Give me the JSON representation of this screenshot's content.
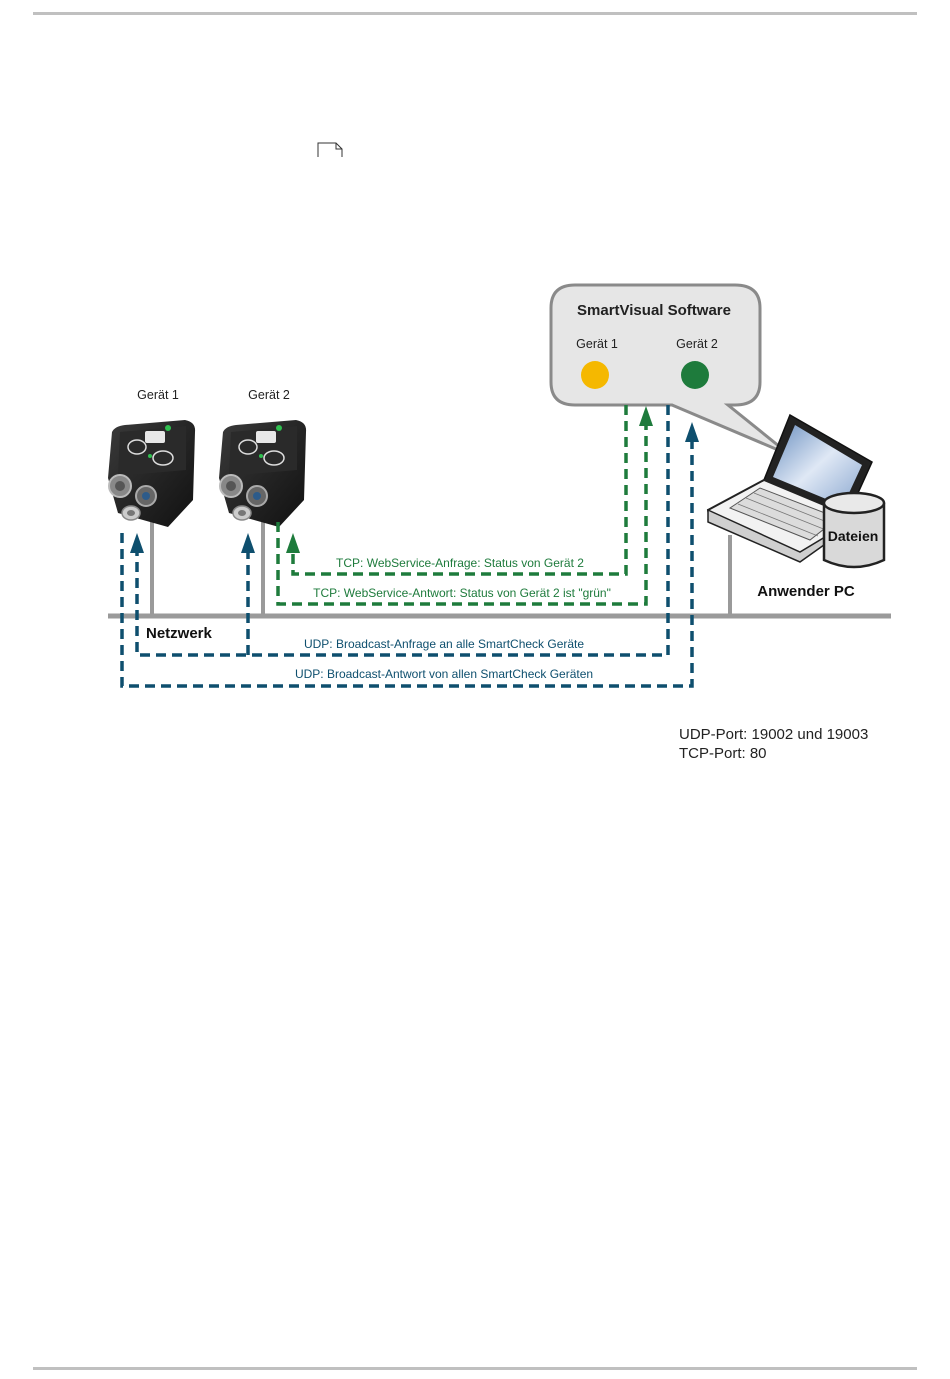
{
  "software": {
    "title": "SmartVisual Software",
    "device1_label": "Gerät 1",
    "device2_label": "Gerät 2",
    "device1_status_color": "#f5b800",
    "device2_status_color": "#1e7b3c"
  },
  "devices": {
    "device1_label": "Gerät 1",
    "device2_label": "Gerät 2"
  },
  "network_label": "Netzwerk",
  "pc": {
    "label": "Anwender PC",
    "files_label": "Dateien"
  },
  "messages": {
    "tcp_request": "TCP: WebService-Anfrage:  Status von  Gerät  2",
    "tcp_response": "TCP: WebService-Antwort:  Status von Gerät 2 ist \"grün\"",
    "udp_request": "UDP: Broadcast-Anfrage  an alle SmartCheck Geräte",
    "udp_response": "UDP: Broadcast-Antwort  von  allen  SmartCheck  Geräten"
  },
  "ports": {
    "udp": "UDP-Port: 19002 und  19003",
    "tcp": "TCP-Port: 80"
  },
  "colors": {
    "tcp_green": "#1e7b3c",
    "udp_blue": "#0e4f6e",
    "network_gray": "#9a9a9a"
  }
}
